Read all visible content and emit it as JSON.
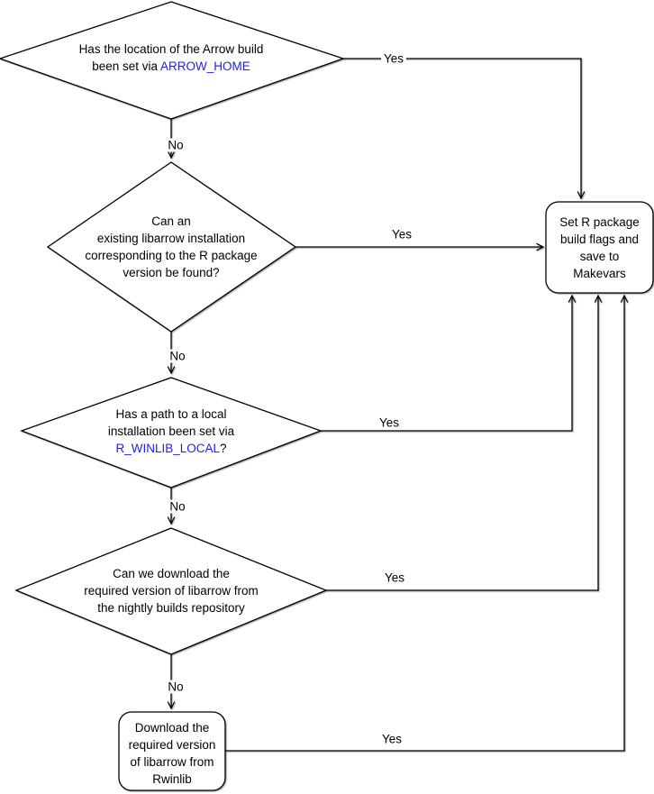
{
  "title": "Arrow R package Windows build configuration flowchart",
  "colors": {
    "stroke": "#000000",
    "background": "#ffffff",
    "env_var_blue": "#2222dd",
    "text": "#000000"
  },
  "nodes": {
    "arrow_home_decision": {
      "type": "decision",
      "line1": "Has the location of the Arrow build",
      "line2_prefix": "been set via ",
      "env_var": "ARROW_HOME"
    },
    "existing_libarrow_decision": {
      "type": "decision",
      "lines": [
        "Can an",
        "existing libarrow installation",
        "corresponding to the R package",
        "version be found?"
      ]
    },
    "winlib_local_decision": {
      "type": "decision",
      "line1": "Has a path to a local",
      "line2": "installation been set via",
      "env_var": "R_WINLIB_LOCAL",
      "suffix": "?"
    },
    "nightly_download_decision": {
      "type": "decision",
      "lines": [
        "Can we download the",
        "required version of libarrow from",
        "the nightly builds repository"
      ]
    },
    "download_rwinlib": {
      "type": "process",
      "lines": [
        "Download the",
        "required version",
        "of libarrow from",
        "Rwinlib"
      ]
    },
    "set_makevars": {
      "type": "process",
      "lines": [
        "Set R package",
        "build flags and",
        "save to",
        "Makevars"
      ]
    }
  },
  "edges": [
    {
      "from": "arrow_home_decision",
      "to": "set_makevars",
      "label": "Yes"
    },
    {
      "from": "arrow_home_decision",
      "to": "existing_libarrow_decision",
      "label": "No"
    },
    {
      "from": "existing_libarrow_decision",
      "to": "set_makevars",
      "label": "Yes"
    },
    {
      "from": "existing_libarrow_decision",
      "to": "winlib_local_decision",
      "label": "No"
    },
    {
      "from": "winlib_local_decision",
      "to": "set_makevars",
      "label": "Yes"
    },
    {
      "from": "winlib_local_decision",
      "to": "nightly_download_decision",
      "label": "No"
    },
    {
      "from": "nightly_download_decision",
      "to": "set_makevars",
      "label": "Yes"
    },
    {
      "from": "nightly_download_decision",
      "to": "download_rwinlib",
      "label": "No"
    },
    {
      "from": "download_rwinlib",
      "to": "set_makevars",
      "label": "Yes"
    }
  ]
}
